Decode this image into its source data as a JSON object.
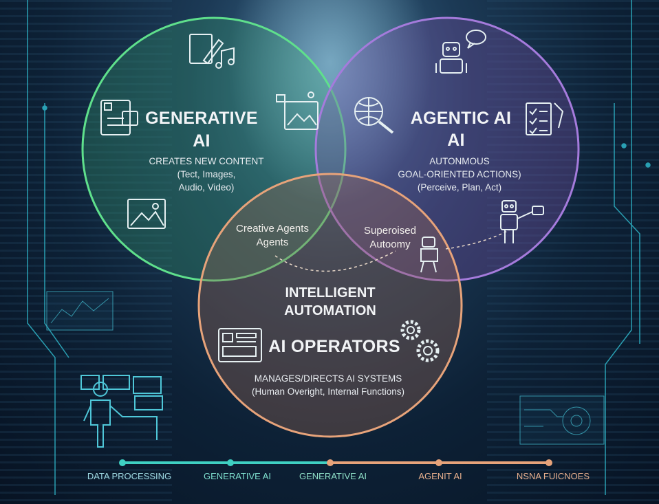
{
  "venn": {
    "generative": {
      "title_line1": "GENERATIVE",
      "title_line2": "AI",
      "desc_line1": "CREATES NEW CONTENT",
      "desc_line2": "(Tect, Images,",
      "desc_line3": "Audio, Video)"
    },
    "agentic": {
      "title_line1": "AGENTIC AI",
      "title_line2": "AI",
      "desc_line1": "AUTONMOUS",
      "desc_line2": "GOAL-ORIENTED ACTIONS)",
      "desc_line3": "(Perceive, Plan, Act)"
    },
    "intersections": {
      "creative_line1": "Creative Agents",
      "creative_line2": "Agents",
      "supervised_line1": "Superoised",
      "supervised_line2": "Autoomy"
    },
    "center": {
      "line1": "INTELLIGENT",
      "line2": "AUTOMATION"
    },
    "operators": {
      "title": "AI OPERATORS",
      "desc_line1": "MANAGES/DIRECTS AI SYSTEMS",
      "desc_line2": "(Human Overight, Internal Functions)"
    }
  },
  "timeline": [
    "DATA PROCESSING",
    "GENERATIVE AI",
    "GENERATIVE AI",
    "AGENIT AI",
    "NSNA FUICNOES"
  ],
  "colors": {
    "generative": "#5fe08c",
    "agentic": "#a57bdc",
    "operators": "#e7a37a",
    "timeline_teal": "#3fd0c2",
    "timeline_orange": "#e7a37a"
  },
  "icons": [
    "document-pen-icon",
    "music-note-icon",
    "profile-card-icon",
    "image-frame-icon",
    "picture-icon",
    "robot-icon",
    "speech-bubble-icon",
    "globe-search-icon",
    "checklist-icon",
    "robot-arm-icon",
    "humanoid-robot-icon",
    "dashboard-icon",
    "gears-icon",
    "human-operator-icon"
  ]
}
